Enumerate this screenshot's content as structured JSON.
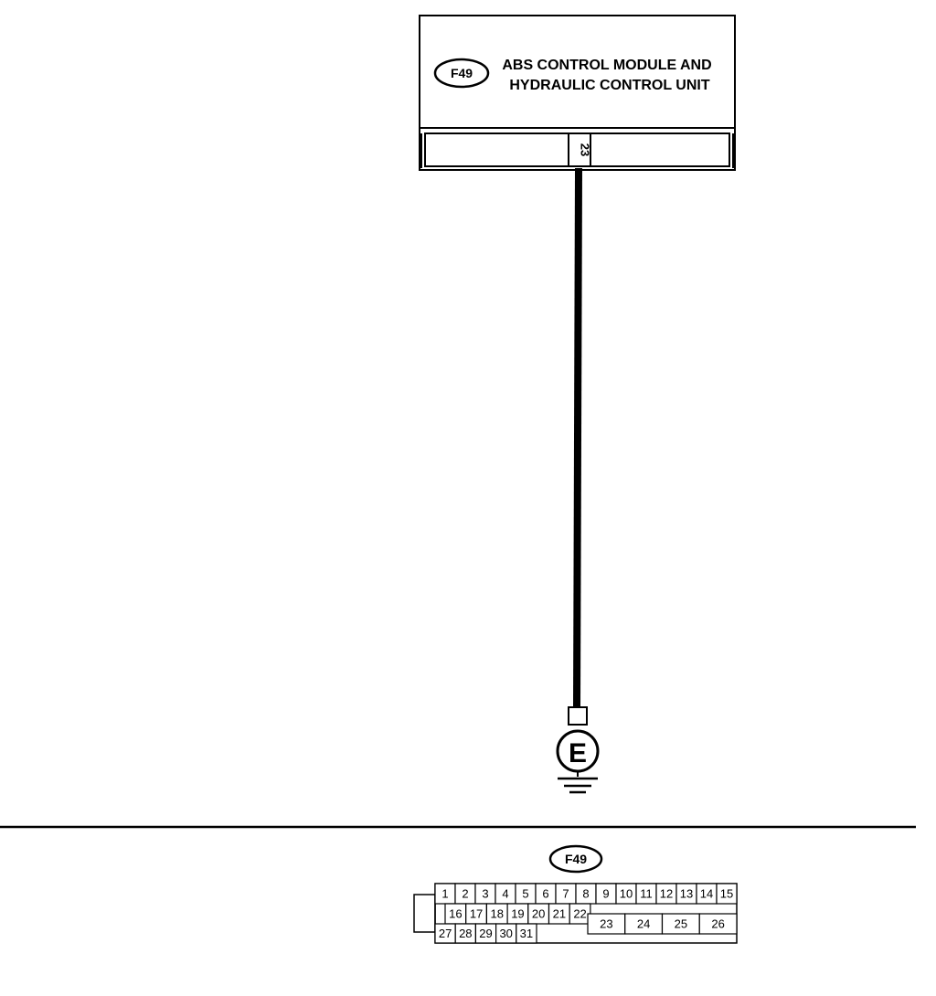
{
  "module": {
    "connector_id": "F49",
    "title_line1": "ABS CONTROL MODULE AND",
    "title_line2": "HYDRAULIC CONTROL UNIT",
    "terminal": "23"
  },
  "ground": {
    "symbol": "E"
  },
  "connector_view": {
    "connector_id": "F49",
    "row1_pins": [
      "1",
      "2",
      "3",
      "4",
      "5",
      "6",
      "7",
      "8",
      "9",
      "10",
      "11",
      "12",
      "13",
      "14",
      "15"
    ],
    "row2_pins": [
      "16",
      "17",
      "18",
      "19",
      "20",
      "21",
      "22"
    ],
    "row3_pins": [
      "27",
      "28",
      "29",
      "30",
      "31"
    ],
    "large_pins": [
      "23",
      "24",
      "25",
      "26"
    ]
  }
}
